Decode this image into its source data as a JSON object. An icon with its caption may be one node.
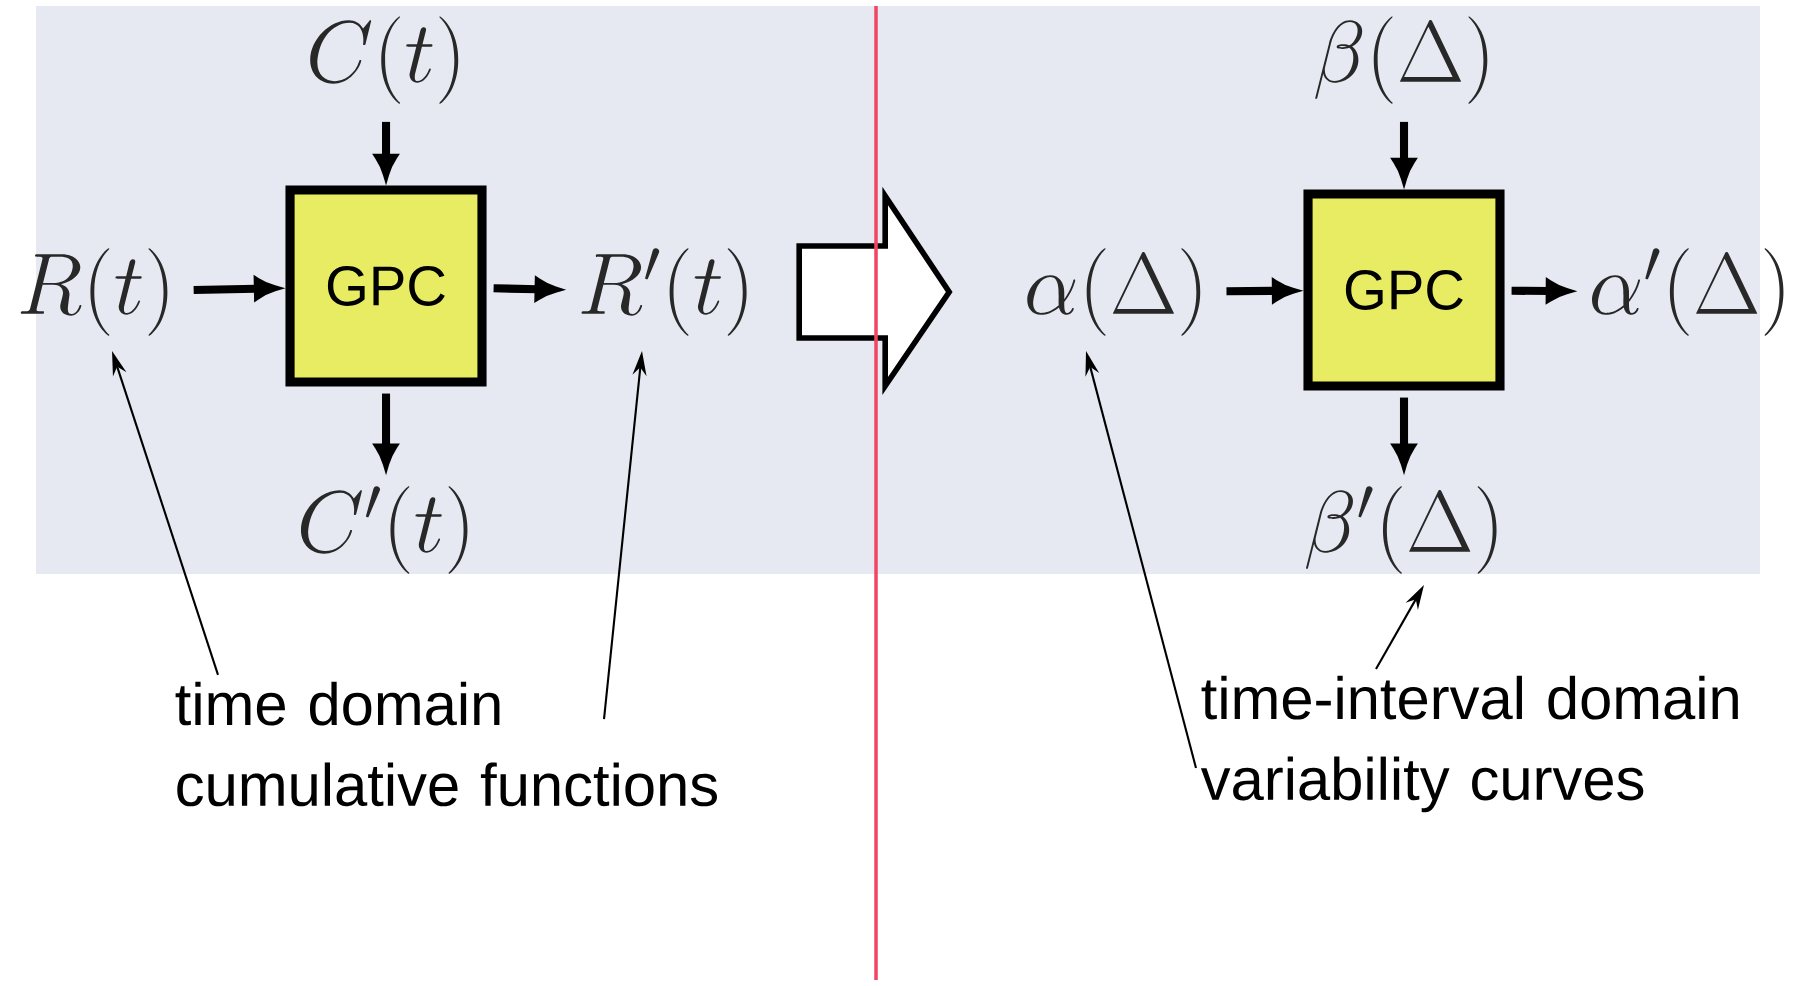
{
  "diagram": {
    "nodes": [
      {
        "text": [
          "C(t)"
        ]
      },
      {
        "text": [
          "R(t)"
        ]
      },
      {
        "text": [
          "GPC"
        ]
      },
      {
        "text": [
          "R'(t)"
        ]
      },
      {
        "text": [
          "C'(t)"
        ]
      },
      {
        "text": [
          "\\beta(\\Delta)"
        ]
      },
      {
        "text": [
          "\\alpha(\\Delta)"
        ]
      },
      {
        "text": [
          "GPC"
        ]
      },
      {
        "text": [
          "\\alpha'(\\Delta)"
        ]
      },
      {
        "text": [
          "\\beta'(\\Delta)"
        ]
      },
      {
        "text": [
          "time domain cumulative functions"
        ]
      },
      {
        "text": [
          "time-interval domain variability curves"
        ]
      }
    ],
    "edges": [
      {
        "from": 0,
        "to": 2,
        "arrow": "to"
      },
      {
        "from": 1,
        "to": 2,
        "arrow": "to"
      },
      {
        "from": 2,
        "to": 3,
        "arrow": "to"
      },
      {
        "from": 2,
        "to": 4,
        "arrow": "to"
      },
      {
        "from": 5,
        "to": 7,
        "arrow": "to"
      },
      {
        "from": 6,
        "to": 7,
        "arrow": "to"
      },
      {
        "from": 7,
        "to": 8,
        "arrow": "to"
      },
      {
        "from": 7,
        "to": 9,
        "arrow": "to"
      },
      {
        "from": 3,
        "to": 6,
        "arrow": "to"
      },
      {
        "from": 10,
        "to": 1,
        "arrow": "to"
      },
      {
        "from": 10,
        "to": 3,
        "arrow": "to"
      },
      {
        "from": 11,
        "to": 6,
        "arrow": "to"
      },
      {
        "from": 11,
        "to": 9,
        "arrow": "to"
      }
    ]
  }
}
